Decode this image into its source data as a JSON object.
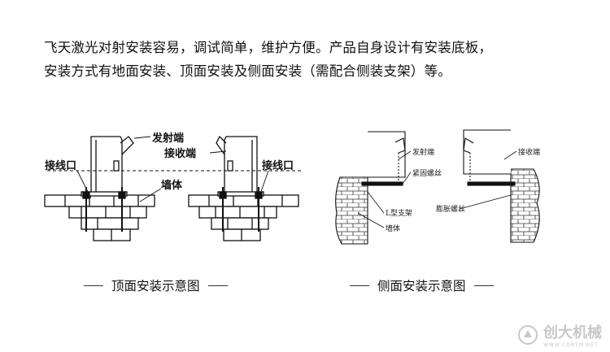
{
  "intro": {
    "line1": "飞天激光对射安装容易，调试简单，维护方便。产品自身设计有安装底板，",
    "line2": "安装方式有地面安装、顶面安装及侧面安装（需配合侧装支架）等。"
  },
  "top_mount": {
    "label_transmitter": "发射端",
    "label_receiver": "接收端",
    "label_wiring_left": "接线口",
    "label_wiring_right": "接线口",
    "label_wall": "墙体",
    "caption": "顶面安装示意图"
  },
  "side_mount": {
    "label_transmitter": "发射端",
    "label_receiver": "接收端",
    "label_tight_screw": "紧固螺丝",
    "label_l_bracket": "L型支架",
    "label_wall": "墙体",
    "label_expansion_screw": "膨胀螺丝",
    "caption": "侧面安装示意图"
  },
  "watermark": {
    "text": "创大机械",
    "sub": "WWW.CDBTW.NET"
  }
}
